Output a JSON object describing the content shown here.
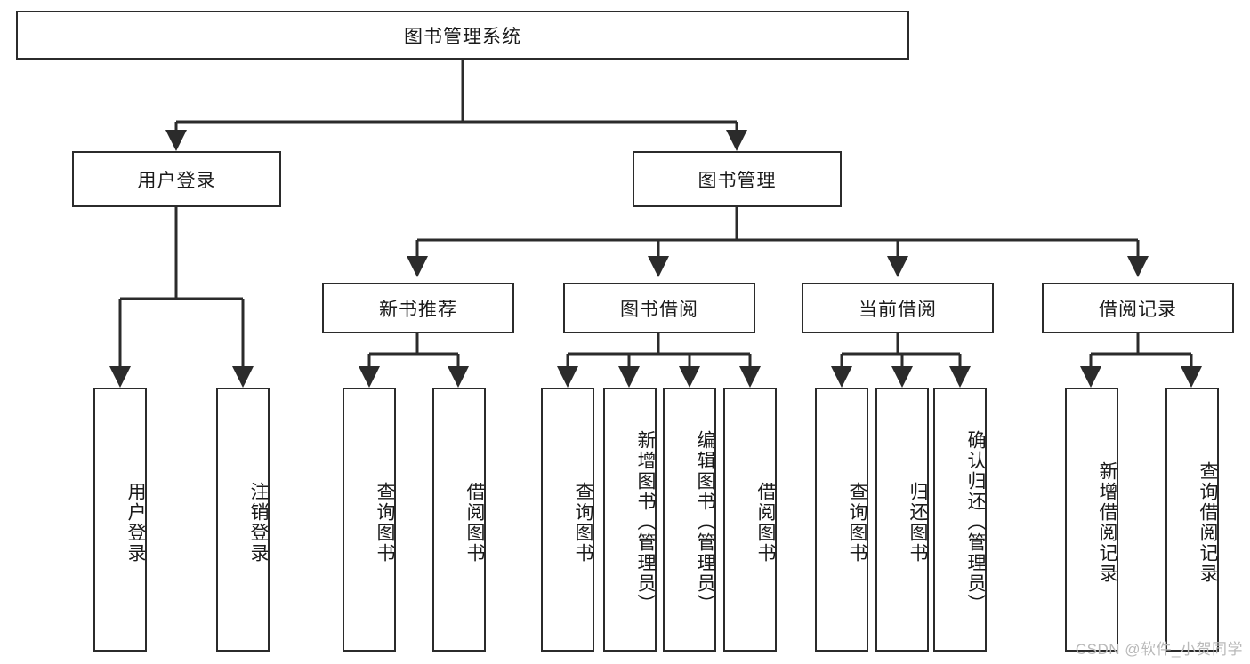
{
  "diagram": {
    "title": "图书管理系统",
    "type": "tree-hierarchy-functional-decomposition",
    "root": {
      "id": "root",
      "label": "图书管理系统"
    },
    "level2": [
      {
        "id": "user-login",
        "label": "用户登录"
      },
      {
        "id": "book-management",
        "label": "图书管理"
      }
    ],
    "level3": [
      {
        "id": "new-book-recommend",
        "label": "新书推荐"
      },
      {
        "id": "book-borrow",
        "label": "图书借阅"
      },
      {
        "id": "current-borrow",
        "label": "当前借阅"
      },
      {
        "id": "borrow-record",
        "label": "借阅记录"
      }
    ],
    "leaves": {
      "user_login": [
        {
          "id": "leaf-user-login",
          "label": "用户登录"
        },
        {
          "id": "leaf-logout-login",
          "label": "注销登录"
        }
      ],
      "new_book_recommend": [
        {
          "id": "leaf-query-book-1",
          "label": "查询图书"
        },
        {
          "id": "leaf-borrow-book-1",
          "label": "借阅图书"
        }
      ],
      "book_borrow": [
        {
          "id": "leaf-query-book-2",
          "label": "查询图书"
        },
        {
          "id": "leaf-add-book",
          "label": "新增图书（管理员）"
        },
        {
          "id": "leaf-edit-book",
          "label": "编辑图书（管理员）"
        },
        {
          "id": "leaf-borrow-book-2",
          "label": "借阅图书"
        }
      ],
      "current_borrow": [
        {
          "id": "leaf-query-book-3",
          "label": "查询图书"
        },
        {
          "id": "leaf-return-book",
          "label": "归还图书"
        },
        {
          "id": "leaf-confirm-return",
          "label": "确认归还（管理员）"
        }
      ],
      "borrow_record": [
        {
          "id": "leaf-add-borrow-record",
          "label": "新增借阅记录"
        },
        {
          "id": "leaf-query-borrow-record",
          "label": "查询借阅记录"
        }
      ]
    },
    "colors": {
      "stroke": "#2b2b2b",
      "fill": "#ffffff",
      "text": "#1a1a1a",
      "watermark": "#b9b9b9"
    }
  },
  "watermark": {
    "text": "CSDN @软件_小贺同学"
  }
}
